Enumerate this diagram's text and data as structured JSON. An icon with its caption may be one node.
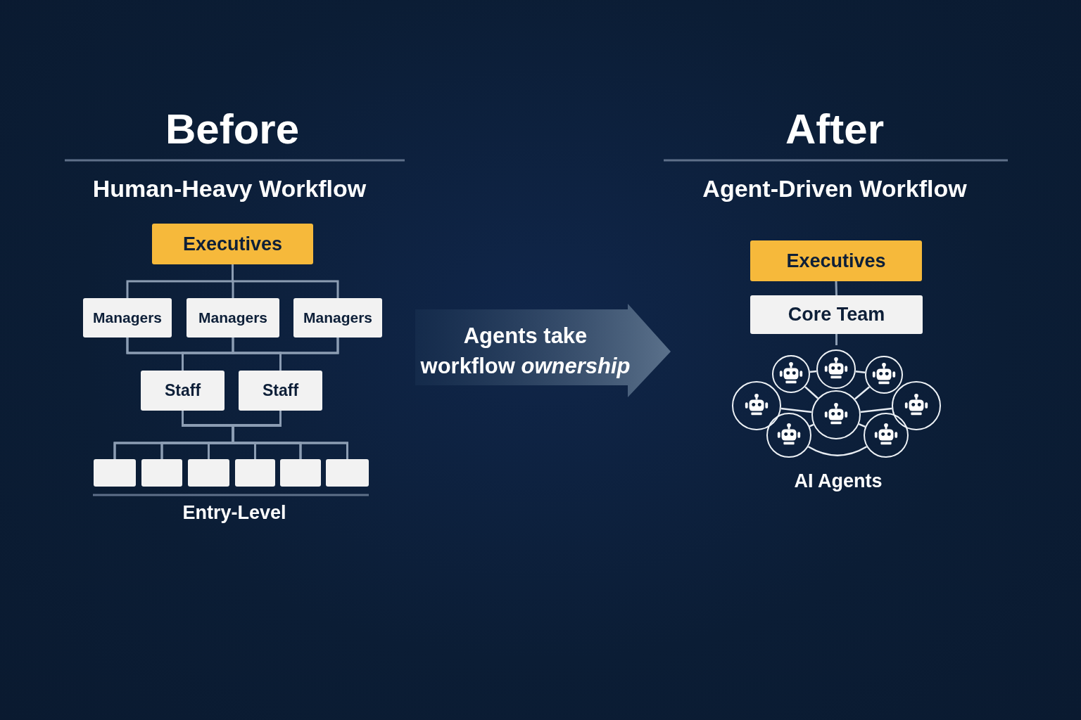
{
  "diagram": {
    "nodes": [
      {
        "text": [
          "Executives"
        ]
      },
      {
        "text": [
          "Managers"
        ]
      },
      {
        "text": [
          "Managers"
        ]
      },
      {
        "text": [
          "Managers"
        ]
      },
      {
        "text": [
          "Staff"
        ]
      },
      {
        "text": [
          "Staff"
        ]
      },
      {
        "text": [],
        "shape": "box"
      },
      {
        "text": [],
        "shape": "box"
      },
      {
        "text": [],
        "shape": "box"
      },
      {
        "text": [],
        "shape": "box"
      },
      {
        "text": [],
        "shape": "box"
      },
      {
        "text": [],
        "shape": "box"
      },
      {
        "text": [
          "Agents take workflow *ownership*"
        ]
      },
      {
        "text": [
          "Executives"
        ]
      },
      {
        "text": [
          "Core Team"
        ]
      },
      {
        "text": [],
        "shape": "picture"
      },
      {
        "text": [],
        "shape": "picture"
      },
      {
        "text": [],
        "shape": "picture"
      },
      {
        "text": [],
        "shape": "picture"
      },
      {
        "text": [],
        "shape": "picture"
      },
      {
        "text": [],
        "shape": "picture"
      },
      {
        "text": [],
        "shape": "picture"
      },
      {
        "text": [],
        "shape": "picture"
      }
    ],
    "edges": [
      {
        "from": 0,
        "to": 1,
        "arrow": "none"
      },
      {
        "from": 0,
        "to": 2,
        "arrow": "none"
      },
      {
        "from": 0,
        "to": 3,
        "arrow": "none"
      },
      {
        "from": 1,
        "to": 4,
        "arrow": "none"
      },
      {
        "from": 1,
        "to": 5,
        "arrow": "none"
      },
      {
        "from": 2,
        "to": 4,
        "arrow": "none"
      },
      {
        "from": 2,
        "to": 5,
        "arrow": "none"
      },
      {
        "from": 3,
        "to": 4,
        "arrow": "none"
      },
      {
        "from": 3,
        "to": 5,
        "arrow": "none"
      },
      {
        "from": 4,
        "to": 6,
        "arrow": "none"
      },
      {
        "from": 4,
        "to": 7,
        "arrow": "none"
      },
      {
        "from": 4,
        "to": 8,
        "arrow": "none"
      },
      {
        "from": 4,
        "to": 9,
        "arrow": "none"
      },
      {
        "from": 4,
        "to": 10,
        "arrow": "none"
      },
      {
        "from": 4,
        "to": 11,
        "arrow": "none"
      },
      {
        "from": 5,
        "to": 6,
        "arrow": "none"
      },
      {
        "from": 5,
        "to": 7,
        "arrow": "none"
      },
      {
        "from": 5,
        "to": 8,
        "arrow": "none"
      },
      {
        "from": 5,
        "to": 9,
        "arrow": "none"
      },
      {
        "from": 5,
        "to": 10,
        "arrow": "none"
      },
      {
        "from": 5,
        "to": 11,
        "arrow": "none"
      },
      {
        "from": 13,
        "to": 14,
        "arrow": "none"
      },
      {
        "from": 14,
        "to": 18,
        "arrow": "none"
      },
      {
        "from": 17,
        "to": 18,
        "arrow": "none",
        "color": "#e8edf3"
      },
      {
        "from": 18,
        "to": 20,
        "arrow": "none",
        "color": "#e8edf3"
      },
      {
        "from": 17,
        "to": 19,
        "arrow": "none",
        "color": "#e8edf3"
      },
      {
        "from": 20,
        "to": 19,
        "arrow": "none",
        "color": "#e8edf3"
      },
      {
        "from": 15,
        "to": 19,
        "arrow": "none",
        "color": "#e8edf3"
      },
      {
        "from": 19,
        "to": 22,
        "arrow": "none",
        "color": "#e8edf3"
      },
      {
        "from": 19,
        "to": 16,
        "arrow": "none",
        "color": "#e8edf3"
      },
      {
        "from": 19,
        "to": 21,
        "arrow": "none",
        "color": "#e8edf3"
      },
      {
        "from": 16,
        "to": 21,
        "arrow": "none",
        "color": "#e8edf3"
      }
    ],
    "labels": [
      "Before",
      "After",
      "Human-Heavy Workflow",
      "Agent-Driven Workflow",
      "AI Agents",
      "Entry-Level"
    ]
  }
}
